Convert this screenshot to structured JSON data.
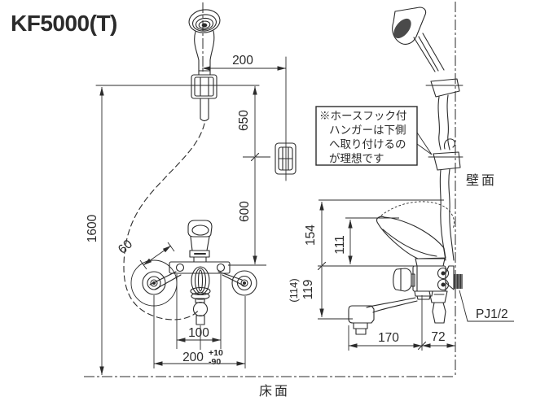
{
  "title": "KF5000(T)",
  "note": {
    "lines": [
      "※ホースフック付",
      "ハンガーは下側",
      "へ取り付けるの",
      "が理想です"
    ]
  },
  "labels": {
    "wall": "壁面",
    "floor": "床面",
    "connection": "PJ1/2"
  },
  "dimensions": {
    "shower_to_hanger_offset": "200",
    "upper_hanger_drop": "650",
    "hanger_to_faucet": "600",
    "floor_to_top": "1600",
    "eccentric_leg": "60",
    "mount_hole_pitch": "100",
    "pipe_pitch": "200",
    "pipe_pitch_tol_plus": "+10",
    "pipe_pitch_tol_minus": "-90",
    "lever_top_height": "154",
    "lever_height": "111",
    "spout_drop_ref": "(114)",
    "spout_drop": "119",
    "spout_reach": "170",
    "wall_to_center": "72"
  }
}
